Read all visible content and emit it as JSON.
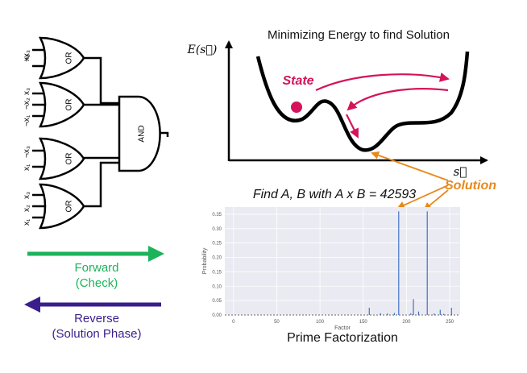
{
  "gates": {
    "or_label": "OR",
    "and_label": "AND",
    "or_inputs": [
      [
        "x₂",
        "¬x₃"
      ],
      [
        "¬x₁",
        "¬x₂",
        "x₃"
      ],
      [
        "x₁",
        "¬x₃"
      ],
      [
        "x₁",
        "x₂",
        "x₃"
      ]
    ]
  },
  "arrows": {
    "forward": [
      "Forward",
      "(Check)"
    ],
    "reverse": [
      "Reverse",
      "(Solution Phase)"
    ],
    "forward_color": "#1db35b",
    "reverse_color": "#3a1f8c"
  },
  "energy": {
    "title": "Minimizing Energy to find Solution",
    "y_label": "E(s⃗)",
    "x_label": "s⃗",
    "state_label": "State",
    "state_color": "#d4145a",
    "solution_label": "Solution",
    "solution_color": "#e8891c"
  },
  "factor_title": "Find A, B with A x B = 42593",
  "bottom_title": "Prime Factorization",
  "chart_data": {
    "type": "bar",
    "xlabel": "Factor",
    "ylabel": "Probability",
    "xlim": [
      -10,
      262
    ],
    "ylim": [
      -0.01,
      0.375
    ],
    "xticks": [
      0,
      50,
      100,
      150,
      200,
      250
    ],
    "yticks": [
      0.0,
      0.05,
      0.1,
      0.15,
      0.2,
      0.25,
      0.3,
      0.35
    ],
    "ytick_labels": [
      "0.00",
      "0.05",
      "0.10",
      "0.15",
      "0.20",
      "0.25",
      "0.30",
      "0.35"
    ],
    "bar_color": "#4472c4",
    "x": [
      157,
      170,
      178,
      186,
      191,
      205,
      208,
      214,
      224,
      232,
      239,
      243,
      252
    ],
    "values": [
      0.025,
      0.006,
      0.005,
      0.007,
      0.36,
      0.006,
      0.055,
      0.012,
      0.36,
      0.005,
      0.018,
      0.004,
      0.025
    ]
  }
}
